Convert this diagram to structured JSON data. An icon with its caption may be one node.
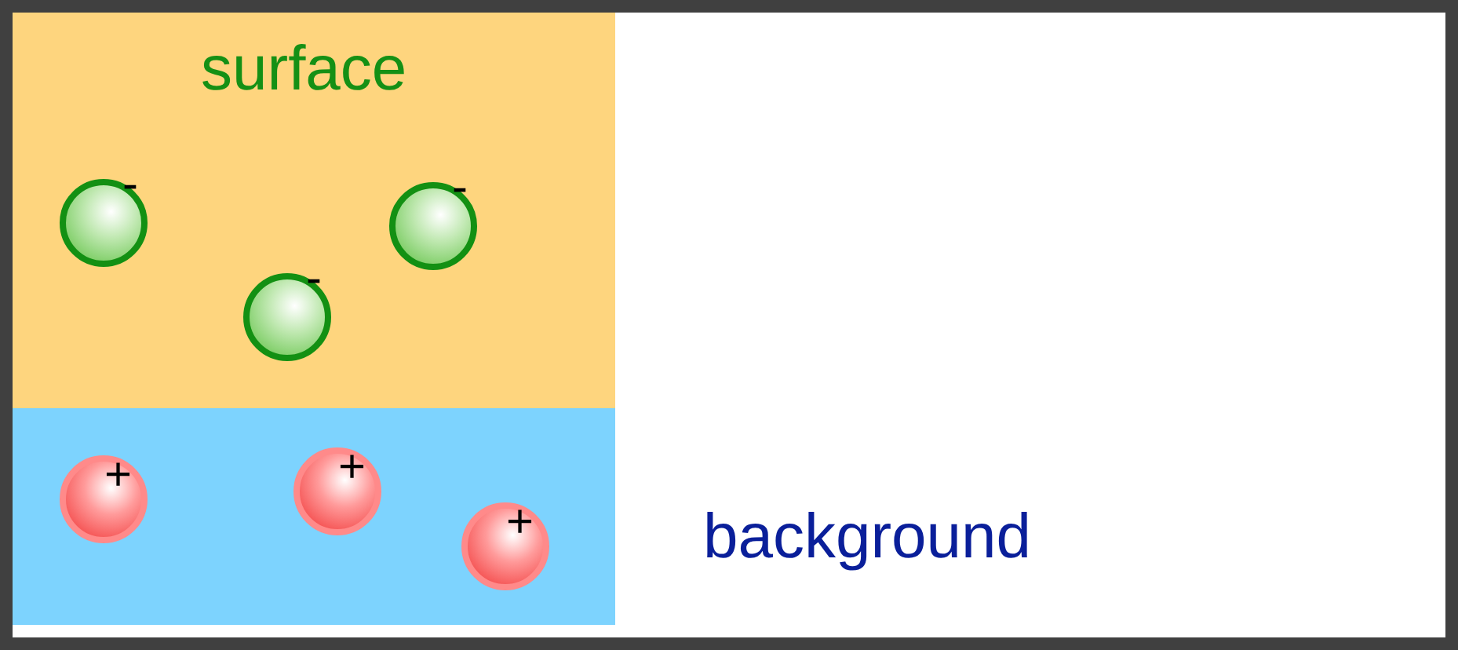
{
  "diagram": {
    "nodes": [
      {
        "text": [
          "surface"
        ]
      },
      {
        "text": [
          "-"
        ],
        "in": 0
      },
      {
        "text": [
          "-"
        ],
        "in": 0
      },
      {
        "text": [
          "-"
        ],
        "in": 0
      },
      {
        "text": [],
        "shape": "box"
      },
      {
        "text": [
          "+"
        ],
        "in": 4
      },
      {
        "text": [
          "+"
        ],
        "in": 4
      },
      {
        "text": [
          "+"
        ],
        "in": 4
      },
      {
        "text": [
          "background"
        ]
      }
    ],
    "edges": []
  }
}
